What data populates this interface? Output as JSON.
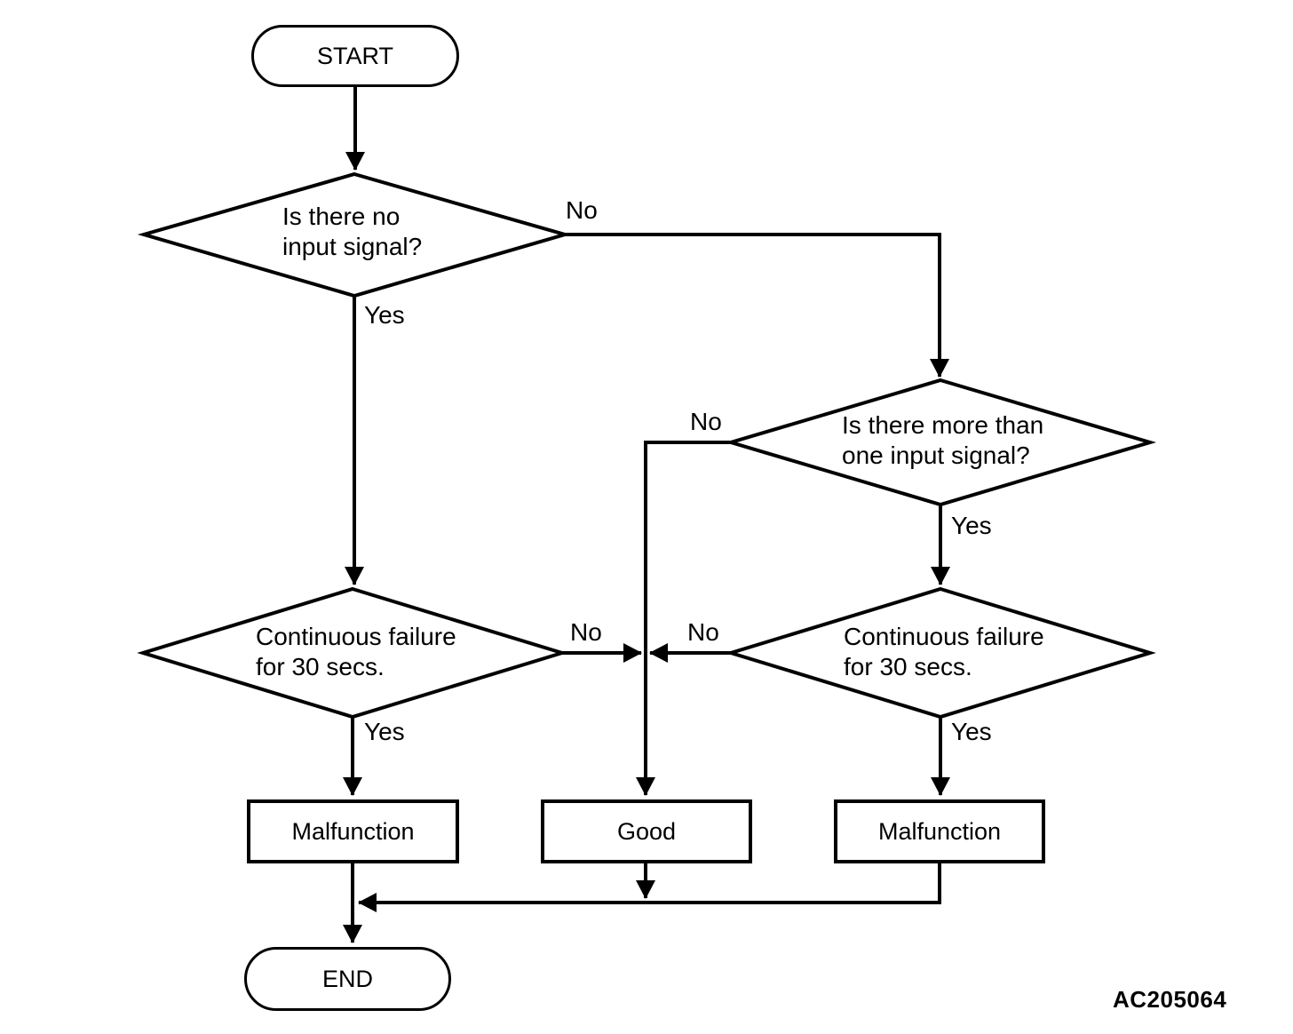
{
  "figure_code": "AC205064",
  "colors": {
    "ink": "#000000",
    "paper": "#ffffff"
  },
  "nodes": {
    "start": {
      "label": "START"
    },
    "decision_no_input": {
      "line1": "Is there no",
      "line2": "input signal?"
    },
    "decision_more_than_one": {
      "line1": "Is there more than",
      "line2": "one input signal?"
    },
    "decision_cont_fail_left": {
      "line1": "Continuous failure",
      "line2": "for 30 secs."
    },
    "decision_cont_fail_right": {
      "line1": "Continuous failure",
      "line2": "for 30 secs."
    },
    "malfunction_left": {
      "label": "Malfunction"
    },
    "good": {
      "label": "Good"
    },
    "malfunction_right": {
      "label": "Malfunction"
    },
    "end": {
      "label": "END"
    }
  },
  "edge_labels": {
    "no_input_no": "No",
    "no_input_yes": "Yes",
    "more_than_one_no": "No",
    "more_than_one_yes": "Yes",
    "cont_fail_left_no": "No",
    "cont_fail_left_yes": "Yes",
    "cont_fail_right_no": "No",
    "cont_fail_right_yes": "Yes"
  }
}
